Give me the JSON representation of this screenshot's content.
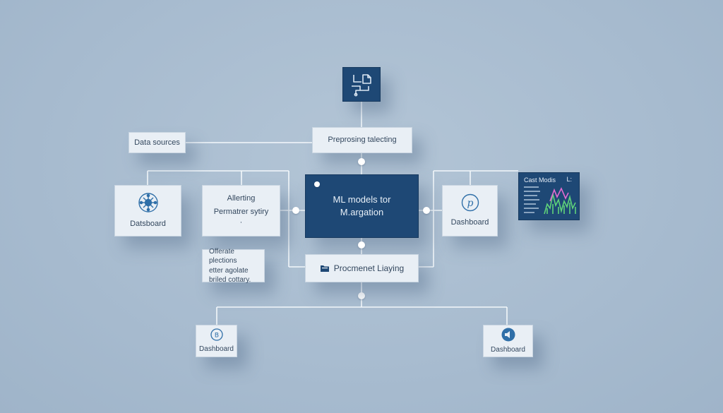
{
  "diagram": {
    "top_icon": {
      "icon": "document-flow-icon"
    },
    "data_sources": {
      "label": "Data sources"
    },
    "preprocessing": {
      "label": "Preprosing talecting"
    },
    "ml_models": {
      "line1": "ML models tor",
      "line2": "M.argation"
    },
    "alerting": {
      "line1": "Allerting",
      "line2": "Permatrer sytiry",
      "line3": "·"
    },
    "dashboard_left": {
      "label": "Datsboard",
      "icon": "globe-network-icon"
    },
    "dashboard_right": {
      "label": "Dashboard",
      "icon": "p-circle-icon"
    },
    "chart_card": {
      "title": "Cast Modis",
      "mark": "L:",
      "icon": "bar-chart-icon"
    },
    "operate": {
      "line1": "Offerate plections",
      "line2": "etter agolate",
      "line3": "briled cottary."
    },
    "procurement": {
      "label": "Procmenet Liaying",
      "icon": "folder-icon"
    },
    "dashboard_bottom_left": {
      "label": "Dashboard",
      "icon": "b-circle-icon"
    },
    "dashboard_bottom_right": {
      "label": "Dashboard",
      "icon": "speaker-icon"
    }
  },
  "colors": {
    "background": "#a9bdd0",
    "card": "#e9eff5",
    "dark_card": "#1e4875",
    "line": "#ffffff",
    "accent": "#2f6fa8",
    "chart_green": "#5fd37a",
    "chart_pink": "#e46bd0"
  }
}
